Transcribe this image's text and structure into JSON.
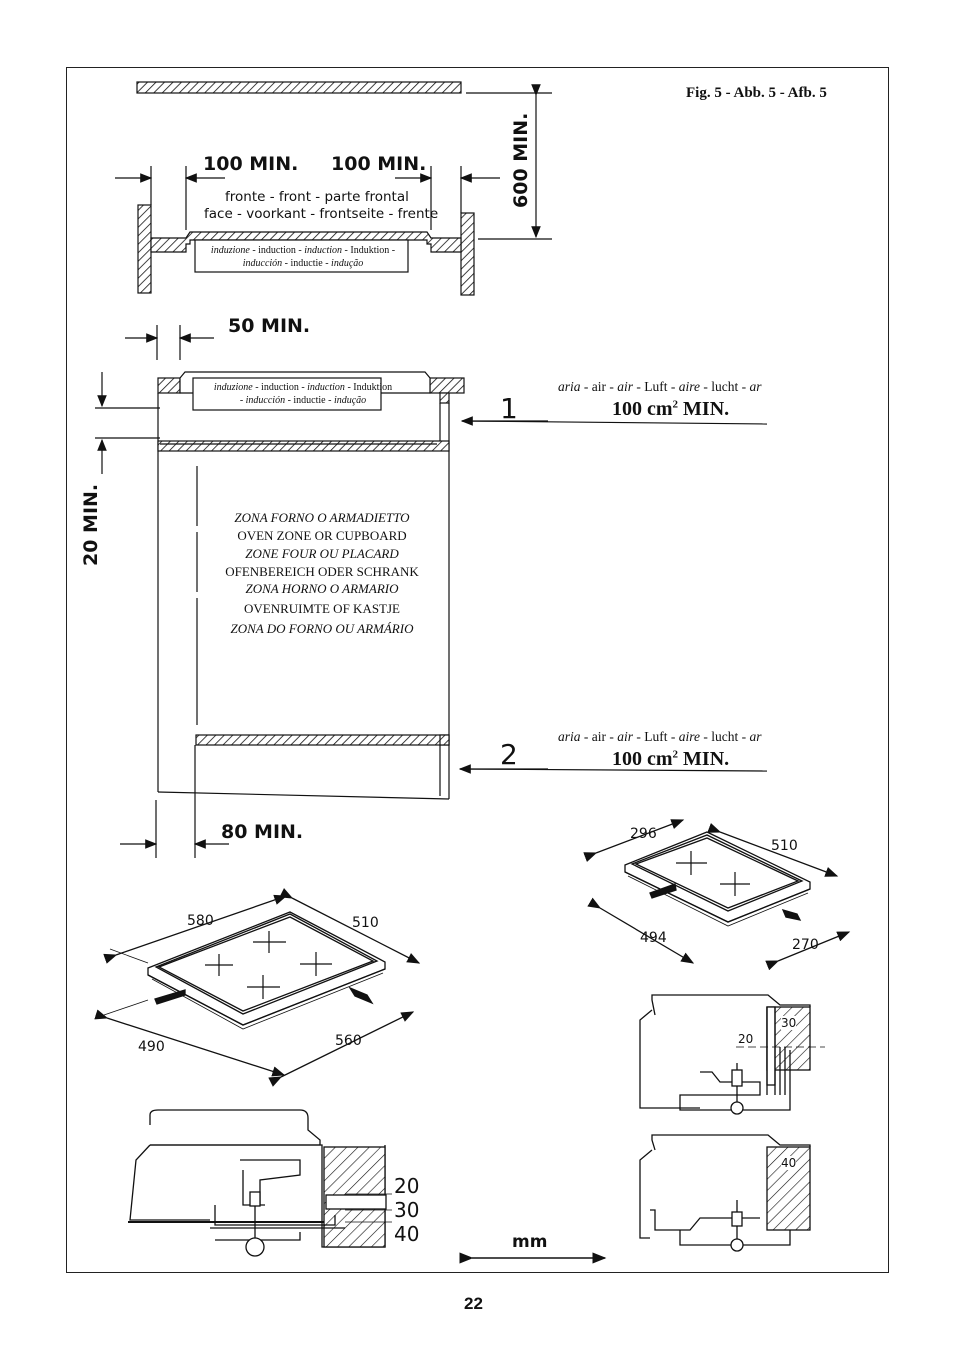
{
  "figure_label": "Fig. 5 - Abb. 5 - Afb. 5",
  "page_number": "22",
  "unit_label": "mm",
  "top_view": {
    "side_min_left": "100 MIN.",
    "side_min_right": "100 MIN.",
    "height_min": "600 MIN.",
    "front_line1": "fronte - front - parte frontal",
    "front_line2": "face - voorkant - frontseite - frente",
    "hob_line1_a": "induzione",
    "hob_line1_b": " - induction - ",
    "hob_line1_c": "induction",
    "hob_line1_d": " - Induktion -",
    "hob_line2_a": "inducción",
    "hob_line2_b": " - inductie - ",
    "hob_line2_c": "indução"
  },
  "section_view": {
    "top_min": "50 MIN.",
    "left_min": "20 MIN.",
    "bottom_min": "80 MIN.",
    "vent1_number": "1",
    "vent2_number": "2",
    "air_a": "aria",
    "air_b": " - air - ",
    "air_c": "air",
    "air_d": " - Luft - ",
    "air_e": "aire",
    "air_f": " - lucht - ",
    "air_g": "ar",
    "air_min_main": "100 cm",
    "air_min_sup": "2",
    "air_min_end": " MIN.",
    "hob_line1_a": "induzione",
    "hob_line1_b": " - induction - ",
    "hob_line1_c": "induction",
    "hob_line1_d": " - Induktion",
    "hob_line2_a": "- inducción",
    "hob_line2_b": " - inductie - ",
    "hob_line2_c": "indução",
    "oven_zone": [
      {
        "text": "ZONA FORNO O ARMADIETTO",
        "italic": true
      },
      {
        "text": "OVEN ZONE OR CUPBOARD",
        "italic": false
      },
      {
        "text": "ZONE FOUR OU PLACARD",
        "italic": true
      },
      {
        "text": "OFENBEREICH ODER SCHRANK",
        "italic": false
      },
      {
        "text": "ZONA HORNO O ARMARIO",
        "italic": true
      },
      {
        "text": "OVENRUIMTE OF KASTJE",
        "italic": false
      },
      {
        "text": "ZONA DO FORNO OU ARMÁRIO",
        "italic": true
      }
    ]
  },
  "hob_large": {
    "d_580": "580",
    "d_510": "510",
    "d_490": "490",
    "d_560": "560"
  },
  "hob_small": {
    "d_296": "296",
    "d_510": "510",
    "d_494": "494",
    "d_270": "270"
  },
  "details": {
    "d20": "20",
    "d30": "30",
    "d40": "40"
  }
}
